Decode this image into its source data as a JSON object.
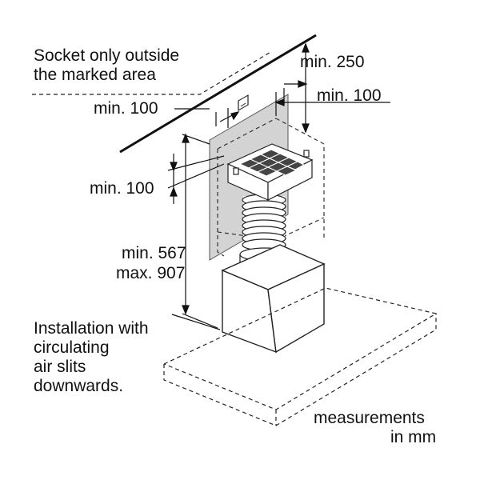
{
  "labels": {
    "socket_line1": "Socket only outside",
    "socket_line2": "the marked area",
    "min250": "min. 250",
    "min100_top_left": "min. 100",
    "min100_top_right": "min. 100",
    "min100_side": "min. 100",
    "min567": "min. 567",
    "max907": "max. 907",
    "install_line1": "Installation with",
    "install_line2": "circulating",
    "install_line3": "air slits",
    "install_line4": "downwards.",
    "measure_line1": "measurements",
    "measure_line2": "in mm"
  },
  "colors": {
    "line": "#111111",
    "panel_fill": "#d3d3d3",
    "dashed": "#222222"
  }
}
